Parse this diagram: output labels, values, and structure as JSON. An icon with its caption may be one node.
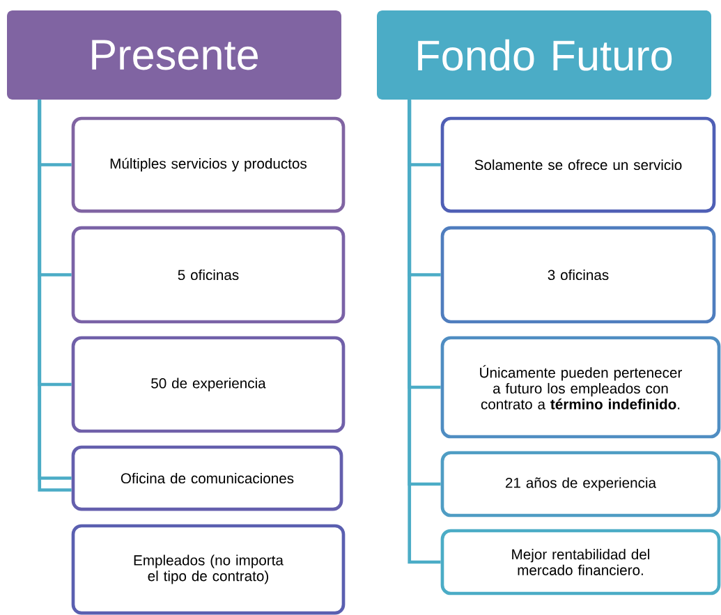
{
  "diagram": {
    "nodes": [
      {
        "text": [
          "Presente"
        ]
      },
      {
        "text": [
          "Múltiples servicios y productos"
        ]
      },
      {
        "text": [
          "5 oficinas"
        ]
      },
      {
        "text": [
          "50 de experiencia"
        ]
      },
      {
        "text": [
          "Oficina de comunicaciones"
        ]
      },
      {
        "text": [
          "Empleados (no importa el tipo de contrato)"
        ]
      },
      {
        "text": [
          "Fondo Futuro"
        ]
      },
      {
        "text": [
          "Solamente se ofrece un servicio"
        ]
      },
      {
        "text": [
          "3  oficinas"
        ]
      },
      {
        "text": [
          "Únicamente pueden pertenecer a futuro los empleados con contrato a **término indefinido**."
        ]
      },
      {
        "text": [
          "21 años de experiencia"
        ]
      },
      {
        "text": [
          "Mejor rentabilidad del mercado financiero."
        ]
      }
    ],
    "edges": [
      {
        "from": 0,
        "to": 1,
        "arrow": "none"
      },
      {
        "from": 0,
        "to": 2,
        "arrow": "none"
      },
      {
        "from": 0,
        "to": 3,
        "arrow": "none"
      },
      {
        "from": 0,
        "to": 4,
        "arrow": "none"
      },
      {
        "from": 0,
        "to": 4,
        "arrow": "none"
      },
      {
        "from": 6,
        "to": 7,
        "arrow": "none"
      },
      {
        "from": 6,
        "to": 8,
        "arrow": "none"
      },
      {
        "from": 6,
        "to": 9,
        "arrow": "none"
      },
      {
        "from": 6,
        "to": 10,
        "arrow": "none"
      },
      {
        "from": 6,
        "to": 11,
        "arrow": "none"
      }
    ]
  }
}
